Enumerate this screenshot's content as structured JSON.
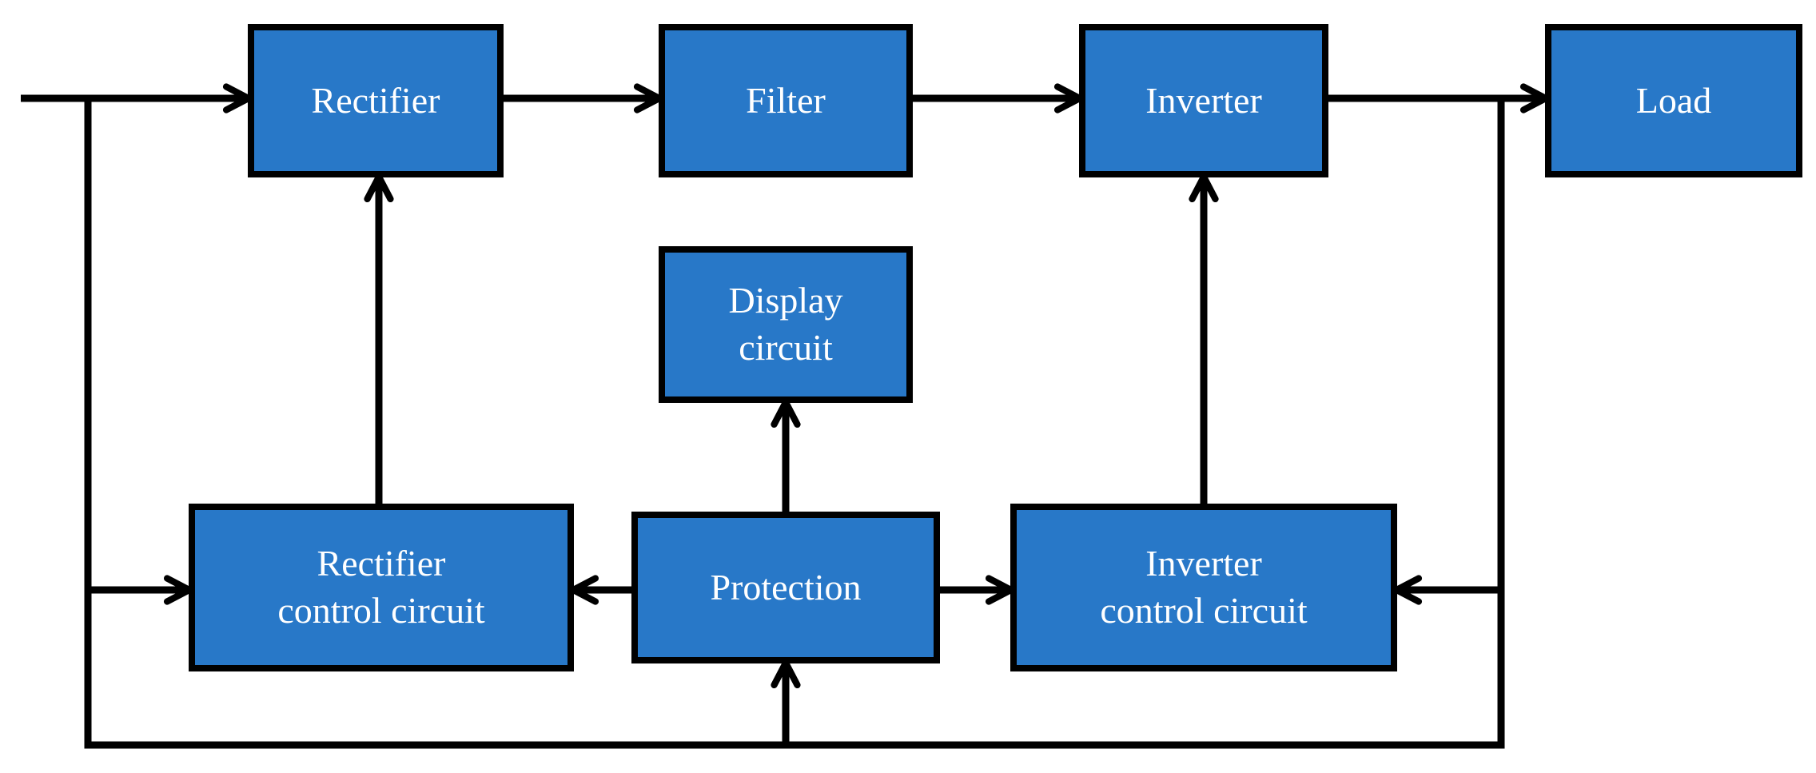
{
  "diagram": {
    "type": "block-diagram",
    "nodes": {
      "rectifier": {
        "label": "Rectifier"
      },
      "filter": {
        "label": "Filter"
      },
      "inverter": {
        "label": "Inverter"
      },
      "load": {
        "label": "Load"
      },
      "display_circuit": {
        "label": "Display\ncircuit"
      },
      "rectifier_control": {
        "label": "Rectifier\ncontrol circuit"
      },
      "protection": {
        "label": "Protection"
      },
      "inverter_control": {
        "label": "Inverter\ncontrol circuit"
      }
    },
    "connections": [
      {
        "from": "input",
        "to": "rectifier"
      },
      {
        "from": "rectifier",
        "to": "filter"
      },
      {
        "from": "filter",
        "to": "inverter"
      },
      {
        "from": "inverter",
        "to": "load"
      },
      {
        "from": "rectifier_control",
        "to": "rectifier"
      },
      {
        "from": "inverter_control",
        "to": "inverter"
      },
      {
        "from": "protection",
        "to": "display_circuit"
      },
      {
        "from": "protection",
        "to": "rectifier_control"
      },
      {
        "from": "protection",
        "to": "inverter_control"
      },
      {
        "from": "input_branch",
        "to": "rectifier_control"
      },
      {
        "from": "output_branch",
        "to": "inverter_control"
      },
      {
        "from": "feedback_bus",
        "to": "protection"
      }
    ],
    "colors": {
      "node_fill": "#2878C8",
      "node_border": "#000000",
      "connector": "#000000",
      "label_text": "#FFFFFF",
      "background": "#FFFFFF"
    }
  }
}
